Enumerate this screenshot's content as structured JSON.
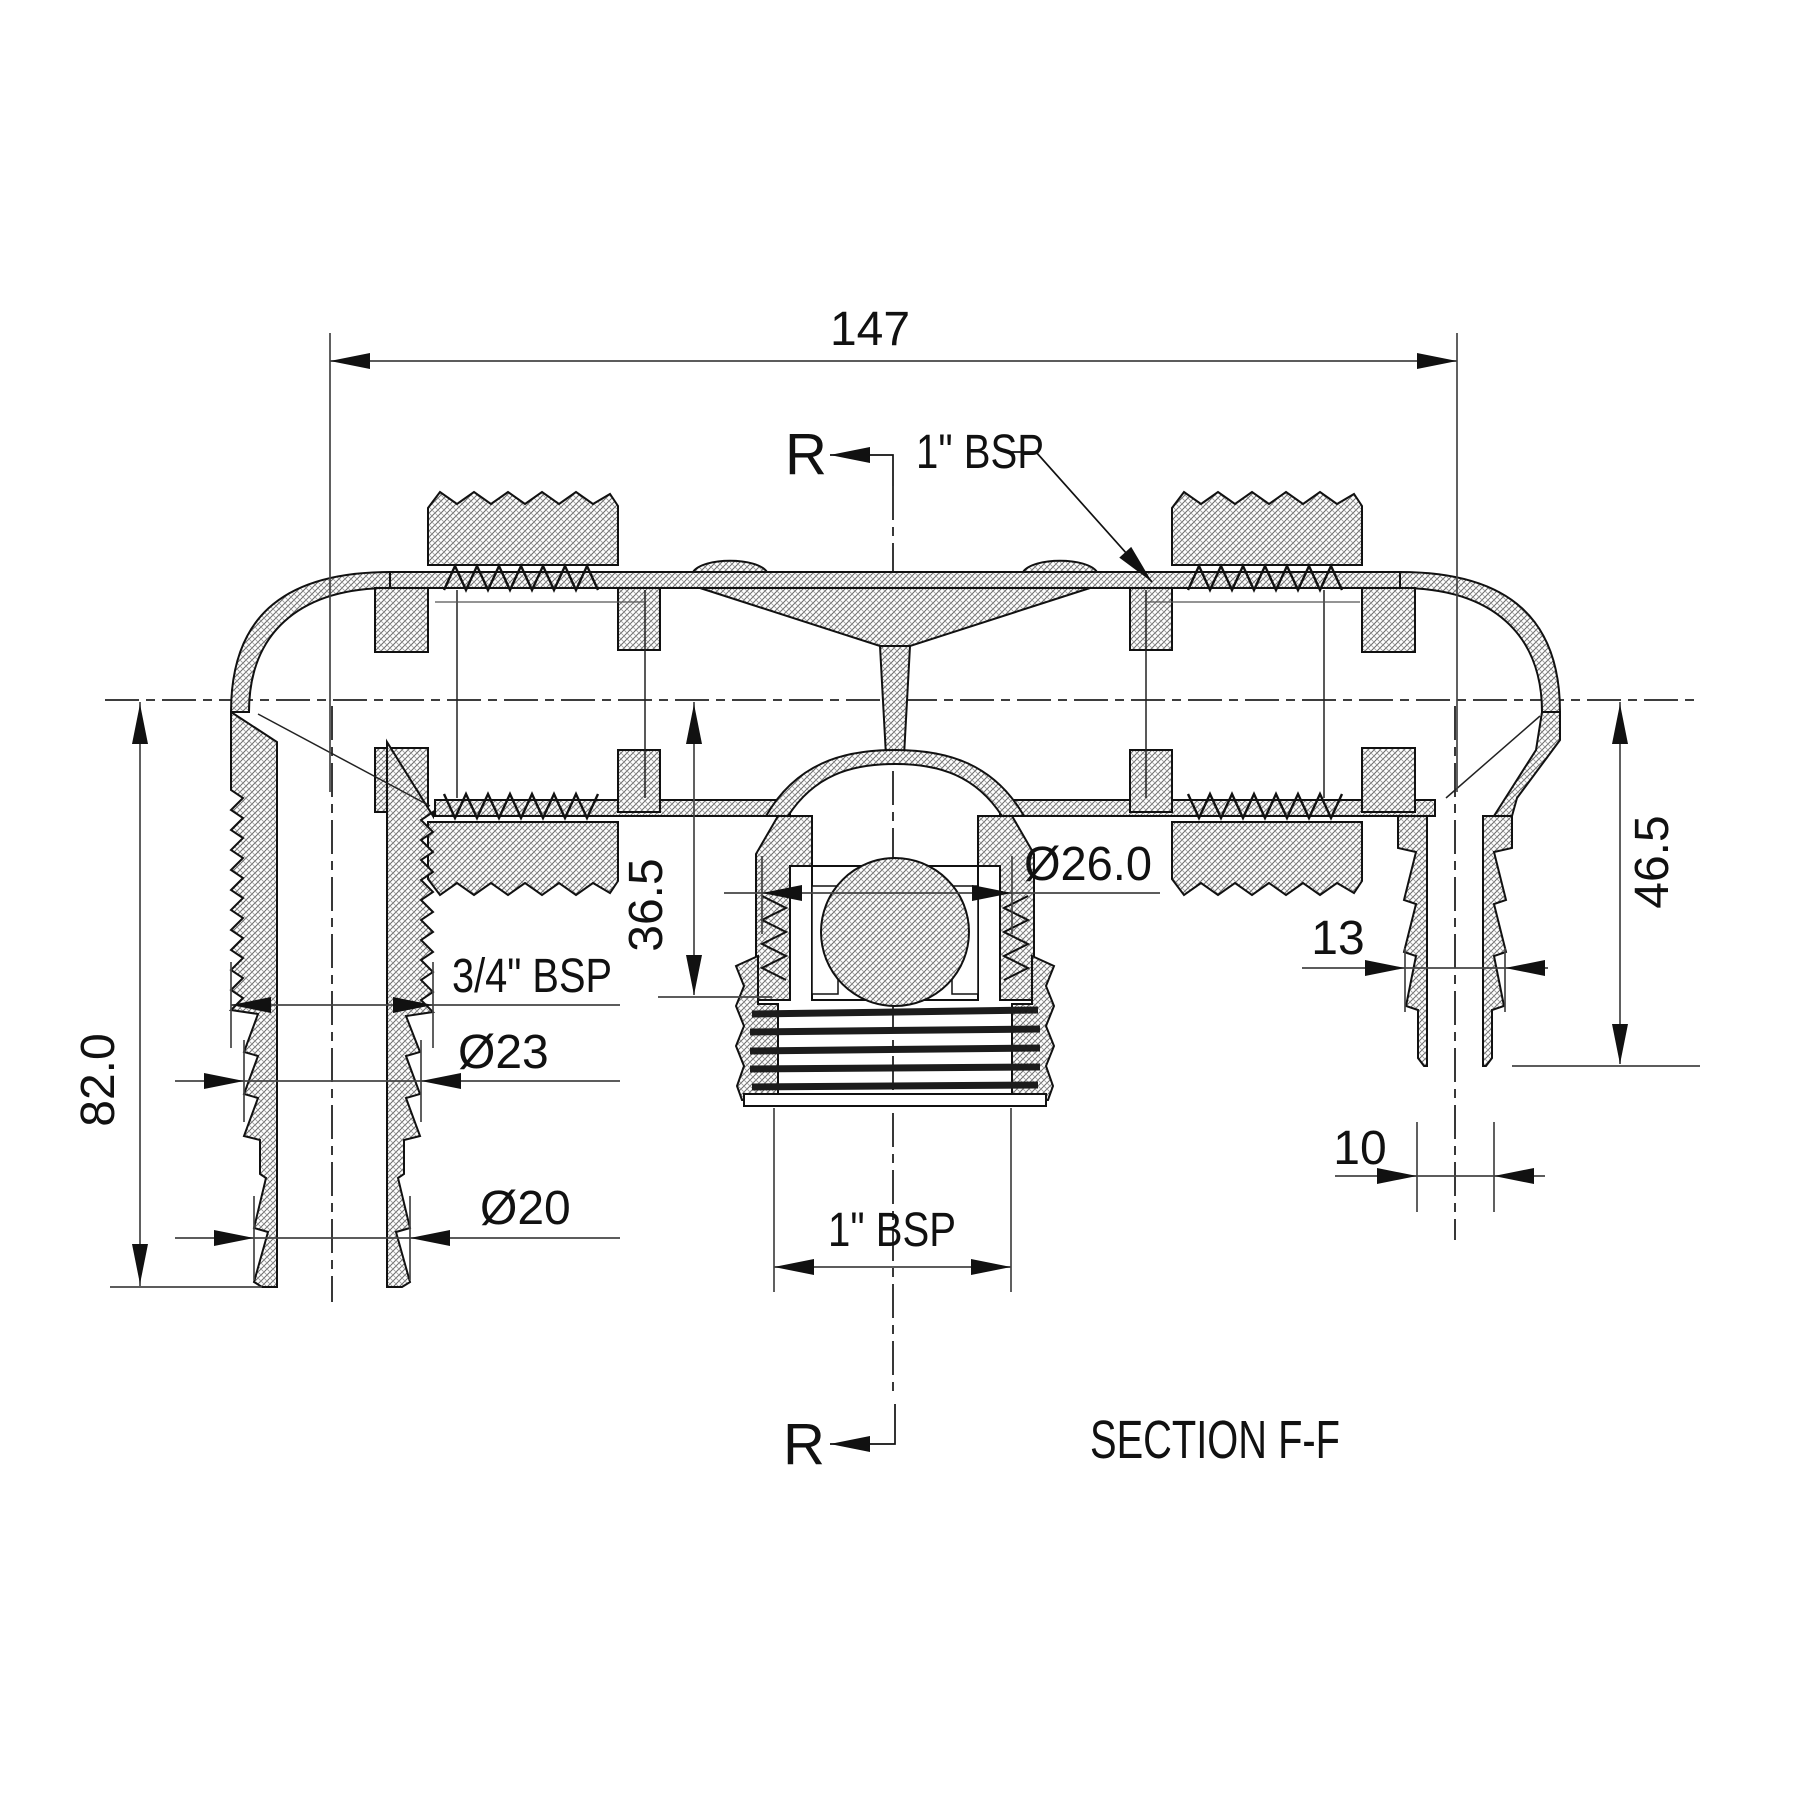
{
  "drawing": {
    "title": "SECTION F-F",
    "section_marker_top": "R",
    "section_marker_bottom": "R",
    "dim_overall_width": "147",
    "dim_left_height": "82.0",
    "dim_right_height": "46.5",
    "dim_valve_depth": "36.5",
    "dim_ball_bore": "Ø26.0",
    "dim_left_thread": "3/4\" BSP",
    "dim_left_barb_upper": "Ø23",
    "dim_left_barb_lower": "Ø20",
    "dim_top_port_thread": "1\" BSP",
    "dim_bottom_outlet_thread": "1\" BSP",
    "dim_right_barb_upper": "13",
    "dim_right_barb_lower": "10"
  }
}
